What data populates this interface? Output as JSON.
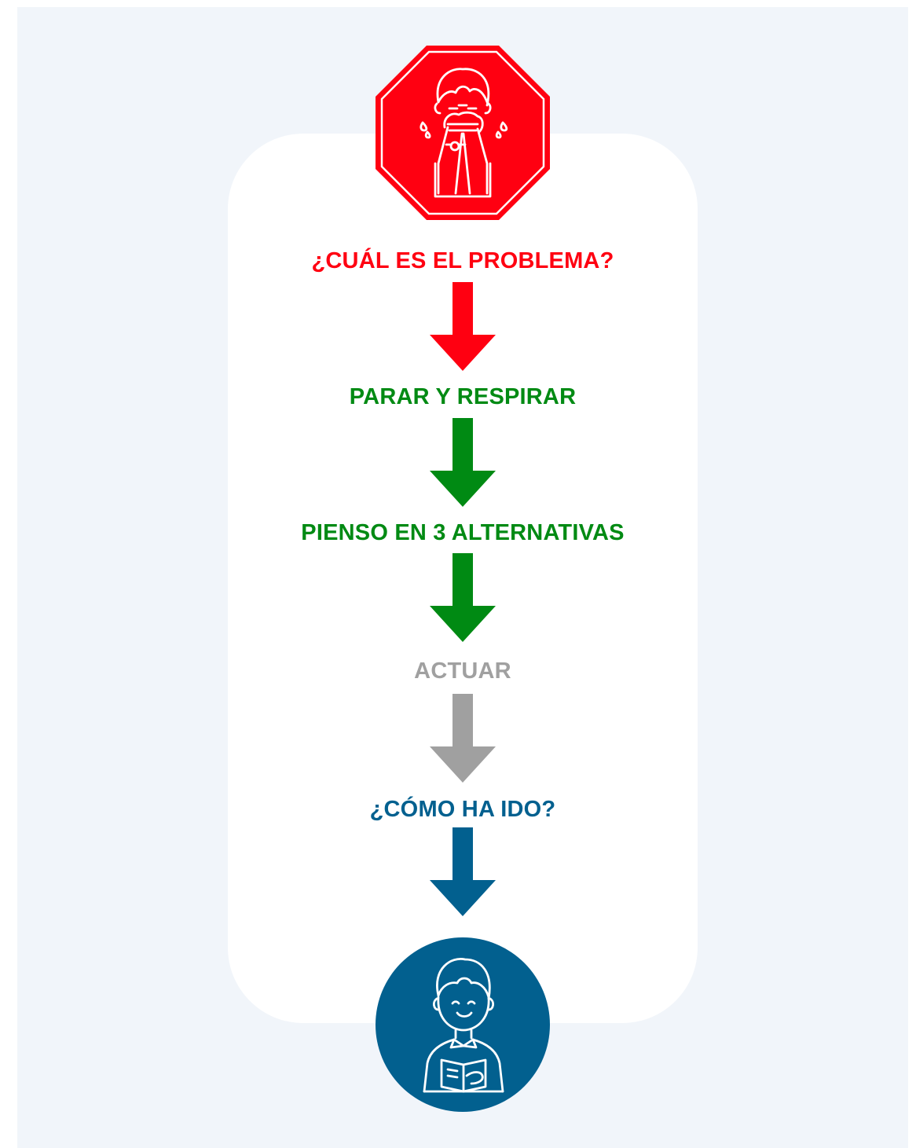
{
  "colors": {
    "background": "#f1f5fa",
    "card": "#ffffff",
    "red": "#ff0011",
    "green": "#008a13",
    "gray": "#a0a0a0",
    "blue": "#02608f"
  },
  "icons": {
    "top": "stop-sign-crying-child-icon",
    "bottom": "happy-child-reading-icon"
  },
  "steps": [
    {
      "label": "¿CUÁL ES EL PROBLEMA?",
      "color": "#ff0011"
    },
    {
      "label": "PARAR Y RESPIRAR",
      "color": "#008a13"
    },
    {
      "label": "PIENSO EN 3 ALTERNATIVAS",
      "color": "#008a13"
    },
    {
      "label": "ACTUAR",
      "color": "#a0a0a0"
    },
    {
      "label": "¿CÓMO HA IDO?",
      "color": "#02608f"
    }
  ]
}
